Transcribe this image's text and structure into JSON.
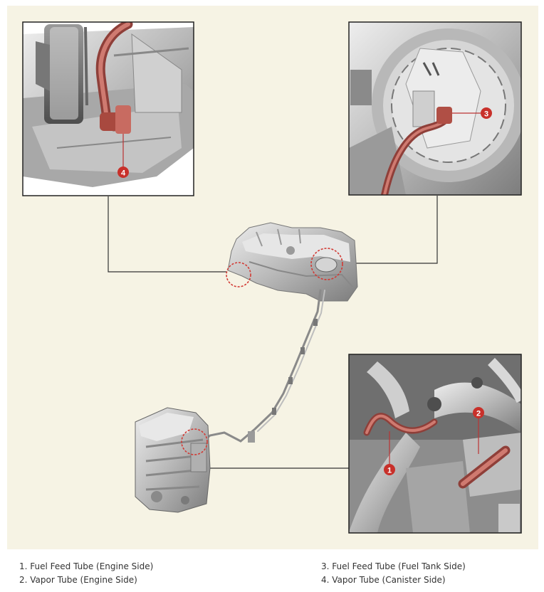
{
  "callouts": {
    "c1": "1",
    "c2": "2",
    "c3": "3",
    "c4": "4"
  },
  "legend": {
    "left": [
      "1. Fuel Feed Tube (Engine Side)",
      "2. Vapor Tube (Engine Side)"
    ],
    "right": [
      "3. Fuel Feed Tube (Fuel Tank Side)",
      "4. Vapor Tube (Canister Side)"
    ]
  },
  "colors": {
    "background": "#f6f3e4",
    "tube": "#b75a52",
    "callout": "#c8302a",
    "frame": "#222222",
    "metal": "#c9c9c9"
  }
}
